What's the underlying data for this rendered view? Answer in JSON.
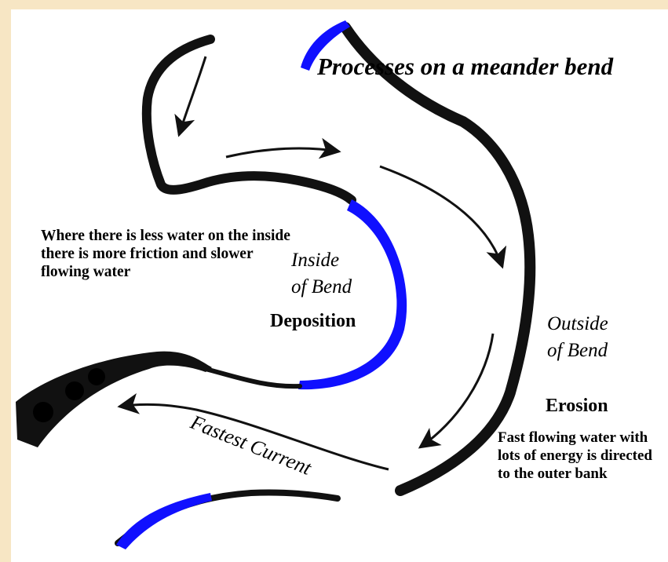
{
  "title": "Processes on a meander bend",
  "inside": {
    "label_line1": "Inside",
    "label_line2": "of Bend",
    "process": "Deposition",
    "note": "Where there is less water on the inside there is more friction and slower flowing water"
  },
  "outside": {
    "label_line1": "Outside",
    "label_line2": "of Bend",
    "process": "Erosion",
    "note": "Fast flowing water with lots of energy is directed to the outer bank"
  },
  "current_label": "Fastest Current",
  "colors": {
    "background": "#f7e6c4",
    "bank": "#111111",
    "deposition": "#1010ff"
  }
}
